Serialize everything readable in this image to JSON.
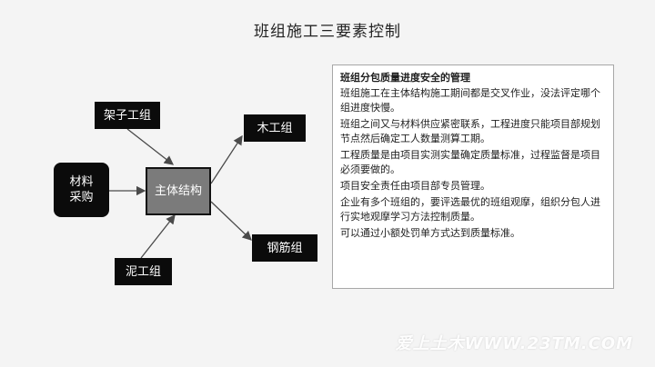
{
  "title": "班组施工三要素控制",
  "nodes": {
    "center": "主体结构",
    "frame": "架子工组",
    "wood": "木工组",
    "material": "材料\n采购",
    "rebar": "钢筋组",
    "mud": "泥工组"
  },
  "panel": {
    "heading": "班组分包质量进度安全的管理",
    "paragraphs": [
      "班组施工在主体结构施工期间都是交叉作业，没法评定哪个组进度快慢。",
      "班组之间又与材料供应紧密联系，工程进度只能项目部规划节点然后确定工人数量测算工期。",
      "工程质量是由项目实测实量确定质量标准，过程监督是项目必须要做的。",
      "项目安全责任由项目部专员管理。",
      "企业有多个班组的，要评选最优的班组观摩，组织分包人进行实地观摩学习方法控制质量。",
      "可以通过小额处罚单方式达到质量标准。"
    ]
  },
  "watermark": "爱上土木WWW.23TM.COM"
}
